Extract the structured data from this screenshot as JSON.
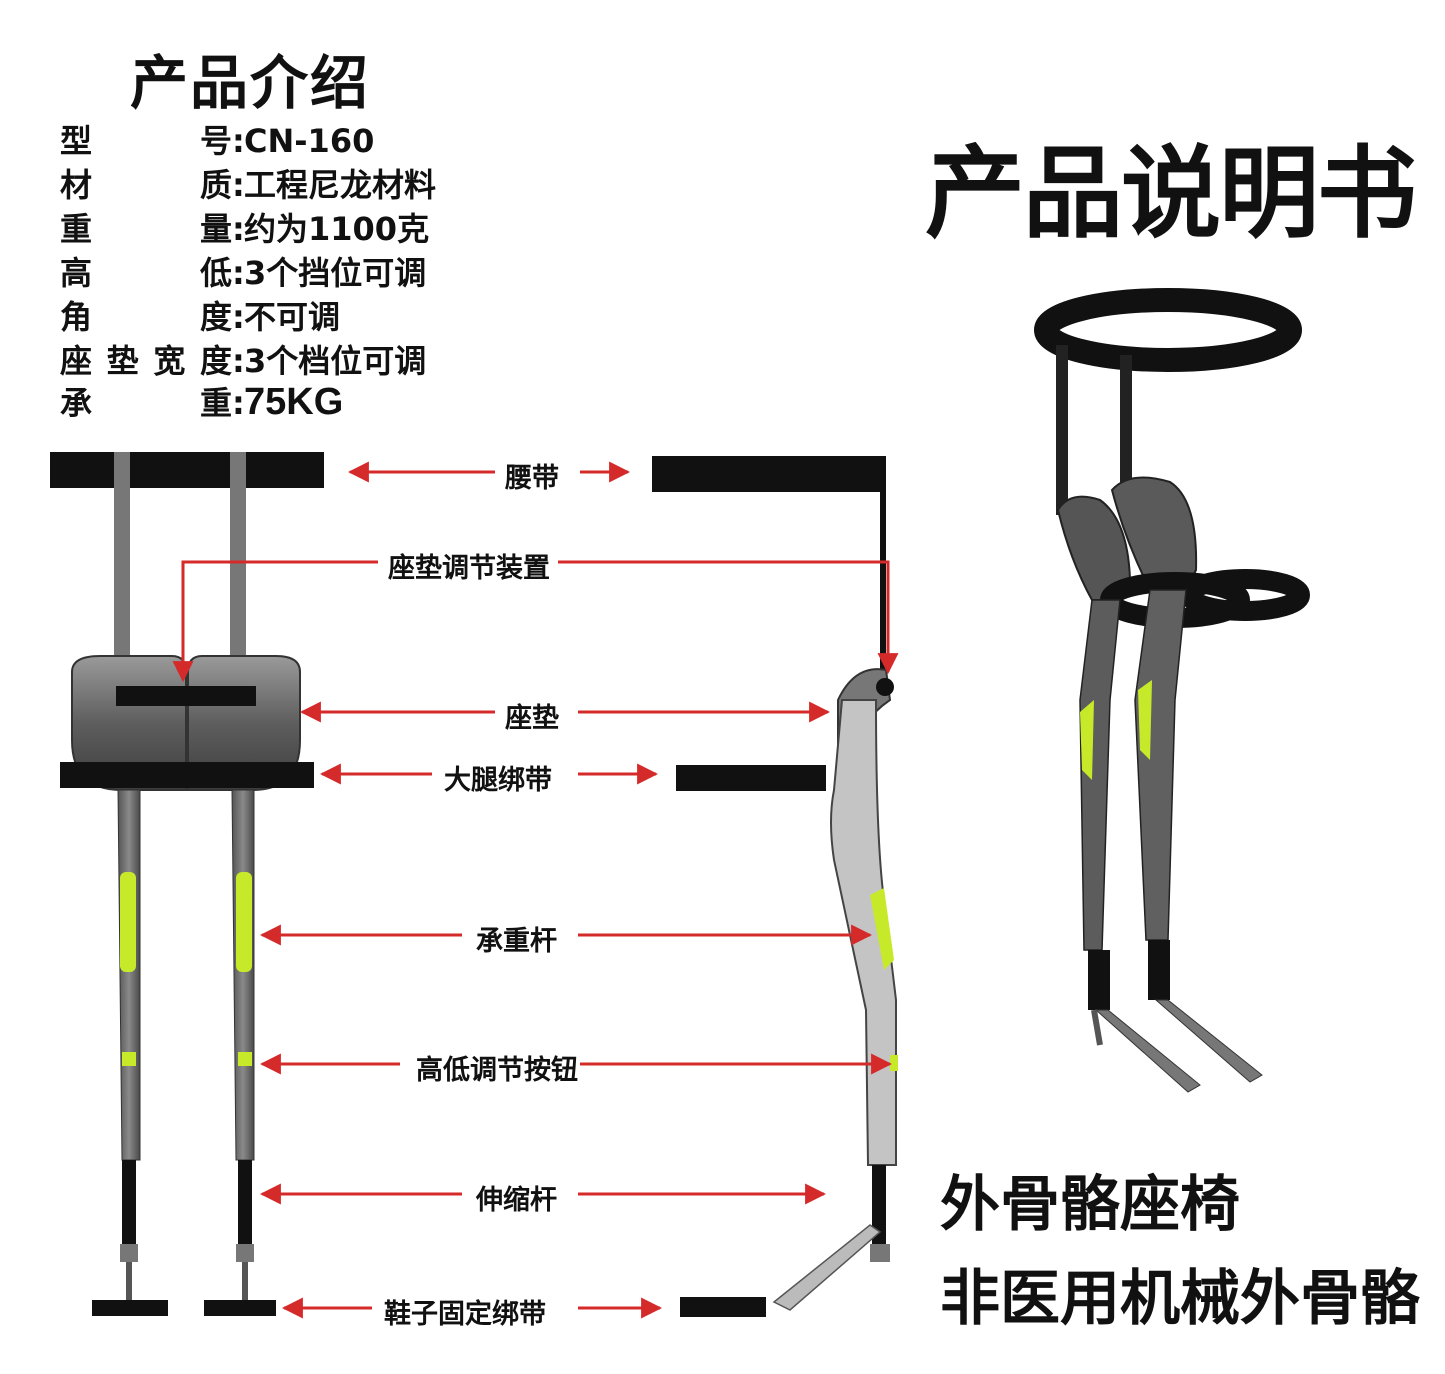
{
  "intro": {
    "title": "产品介绍",
    "specs": [
      {
        "label": "型号",
        "value": "CN-160"
      },
      {
        "label": "材质",
        "value": "工程尼龙材料"
      },
      {
        "label": "重量",
        "value": "约为1100克"
      },
      {
        "label": "高低",
        "value": "3个挡位可调"
      },
      {
        "label": "角度",
        "value": "不可调"
      },
      {
        "label": "座垫宽度",
        "value": "3个档位可调"
      },
      {
        "label": "承重",
        "value": "75KG"
      }
    ]
  },
  "manual_title": "产品说明书",
  "parts": {
    "waist_belt": "腰带",
    "seat_adjuster": "座垫调节装置",
    "seat_cushion": "座垫",
    "thigh_strap": "大腿绑带",
    "load_rod": "承重杆",
    "height_button": "高低调节按钮",
    "telescopic_rod": "伸缩杆",
    "shoe_strap": "鞋子固定绑带"
  },
  "bottom": {
    "line1": "外骨骼座椅",
    "line2": "非医用机械外骨骼"
  },
  "colors": {
    "arrow": "#d42a2a",
    "accent": "#c6ea2a",
    "frame": "#6b6b6b",
    "strap": "#111111"
  }
}
